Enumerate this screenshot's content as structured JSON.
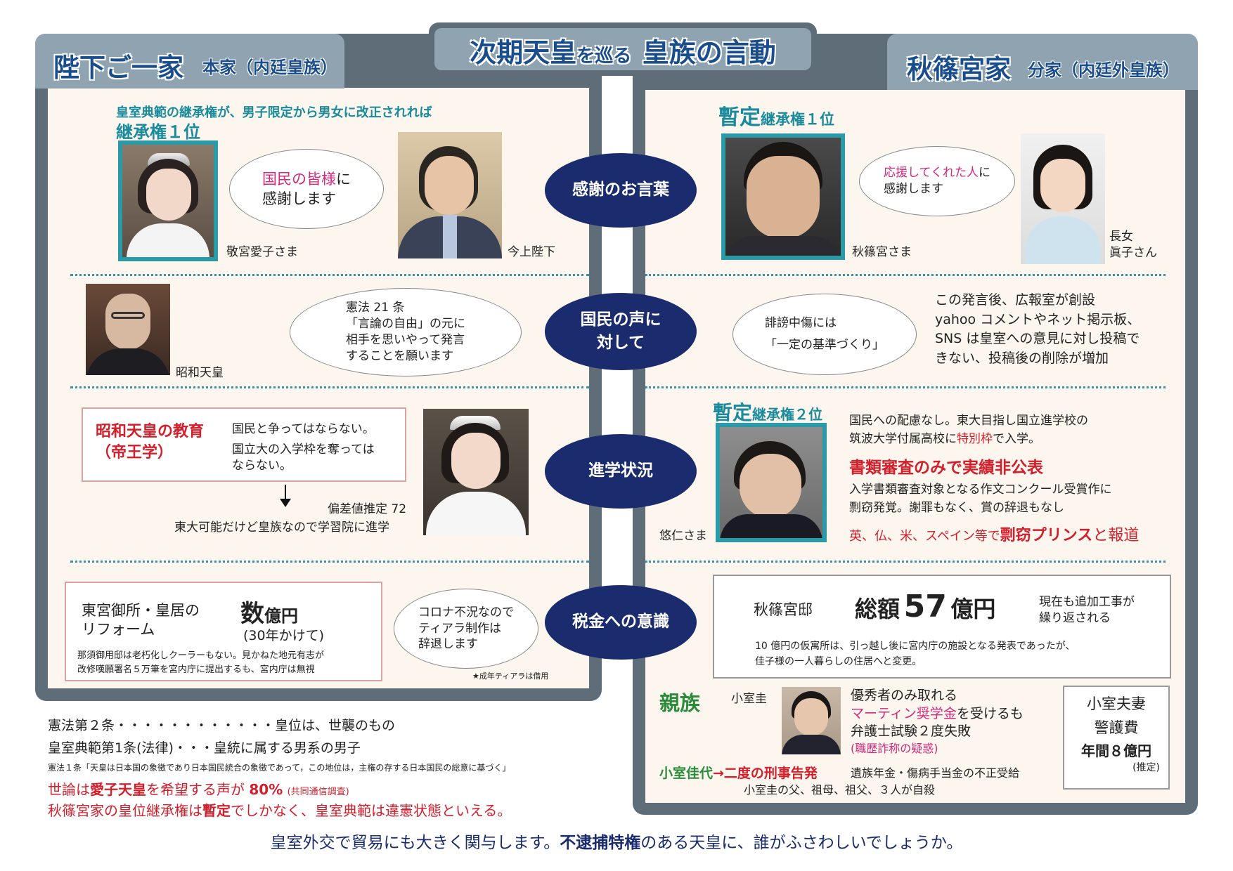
{
  "header": {
    "title_a": "次期天皇",
    "title_b": "を巡る",
    "title_c": "皇族の言動"
  },
  "left": {
    "title": "陛下ご一家",
    "subtitle": "本家（内廷皇族）",
    "succession_note_1": "皇室典範の継承権が、男子限定から男女に改正されれば",
    "succession_note_2": "継承権１位",
    "aiko_name": "敬宮愛子さま",
    "emperor_name": "今上陛下",
    "bubble_thanks_1": "国民の皆様",
    "bubble_thanks_2": "に",
    "bubble_thanks_3": "感謝します",
    "showa_name": "昭和天皇",
    "bubble_speech_1": "憲法 21 条",
    "bubble_speech_2": "「言論の自由」の元に",
    "bubble_speech_3": "相手を思いやって発言",
    "bubble_speech_4": "することを願います",
    "education_title_1": "昭和天皇の教育",
    "education_title_2": "（帝王学）",
    "education_text_1": "国民と争ってはならない。",
    "education_text_2": "国立大の入学枠を奪っては",
    "education_text_3": "ならない。",
    "deviation": "偏差値推定 72",
    "gakushuin": "東大可能だけど皇族なので学習院に進学",
    "reform_title_1": "東宮御所・皇居の",
    "reform_title_2": "リフォーム",
    "reform_amount_a": "数",
    "reform_amount_b": "億円",
    "reform_years": "(30年かけて)",
    "nasu_1": "那須御用邸は老朽化しクーラーもない。見かねた地元有志が",
    "nasu_2": "改修嘆願署名５万筆を宮内庁に提出するも、宮内庁は無視",
    "bubble_tiara_1": "コロナ不況なので",
    "bubble_tiara_2": "ティアラ制作は",
    "bubble_tiara_3": "辞退します",
    "tiara_note": "★成年ティアラは借用"
  },
  "center": {
    "oval_1": "感謝のお言葉",
    "oval_2a": "国民の声に",
    "oval_2b": "対して",
    "oval_3": "進学状況",
    "oval_4": "税金への意識"
  },
  "right": {
    "title": "秋篠宮家",
    "subtitle": "分家（内廷外皇族）",
    "prov1_a": "暫定",
    "prov1_b": "継承権１位",
    "akishino_name": "秋篠宮さま",
    "bubble_thanks_1": "応援してくれた人",
    "bubble_thanks_2": "に",
    "bubble_thanks_3": "感謝します",
    "mako_name_1": "長女",
    "mako_name_2": "眞子さん",
    "bubble_slander_1": "誹謗中傷には",
    "bubble_slander_2": "「一定の基準づくり」",
    "pr_1": "この発言後、広報室が創設",
    "pr_2": "yahoo コメントやネット掲示板、",
    "pr_3": "SNS は皇室への意見に対し投稿で",
    "pr_4": "きない、投稿後の削除が増加",
    "prov2_a": "暫定",
    "prov2_b": "継承権２位",
    "hisahito_name": "悠仁さま",
    "hisa_1": "国民への配慮なし。東大目指し国立進学校の",
    "hisa_2a": "筑波大学付属高校に",
    "hisa_2b": "特別枠",
    "hisa_2c": "で入学。",
    "hisa_head": "書類審査のみで実績非公表",
    "hisa_3": "入学書類審査対象となる作文コンクール受賞作に",
    "hisa_4": "剽窃発覚。謝罪もなく、賞の辞退もなし",
    "hisa_5a": "英、仏、米、スペイン等で",
    "hisa_5b": "剽窃プリンス",
    "hisa_5c": "と報道",
    "residence": "秋篠宮邸",
    "total_a": "総額",
    "total_b": "57",
    "total_c": "億円",
    "extra_1": "現在も追加工事が",
    "extra_2": "繰り返される",
    "temp_1": "10 億円の仮寓所は、引っ越し後に宮内庁の施設となる発表であったが、",
    "temp_2": "佳子様の一人暮らしの住居へと変更。",
    "relatives": "親族",
    "komuro_name": "小室圭",
    "komuro_1": "優秀者のみ取れる",
    "komuro_2a": "マーティン奨学金",
    "komuro_2b": "を受けるも",
    "komuro_3": "弁護士試験２度失敗",
    "komuro_4": "(職歴詐称の疑惑)",
    "kayo_a": "小室佳代",
    "kayo_b": "→二度の刑事告発",
    "kayo_c": "遺族年金・傷病手当金の不正受給",
    "kayo_d": "小室圭の父、祖母、祖父、３人が自殺",
    "guard_1": "小室夫妻",
    "guard_2": "警護費",
    "guard_3": "年間８億円",
    "guard_4": "(推定)"
  },
  "bottom": {
    "law_1": "憲法第２条・・・・・・・・・・・・皇位は、世襲のもの",
    "law_2": "皇室典範第1条(法律)・・・皇統に属する男系の男子",
    "law_3": "憲法１条「天皇は日本国の象徴であり日本国民統合の象徴であって，この地位は，主権の存する日本国民の総意に基づく」",
    "poll_a": "世論は",
    "poll_b": "愛子天皇",
    "poll_c": "を希望する声が",
    "poll_d": "80%",
    "poll_e": "(共同通信調査)",
    "concl_a": "秋篠宮家の皇位継承権は",
    "concl_b": "暫定",
    "concl_c": "でしかなく、皇室典範は違憲状態といえる。",
    "footer_a": "皇室外交で貿易にも大きく関与します。",
    "footer_b": "不逮捕特権",
    "footer_c": "のある天皇に、誰がふさわしいでしょうか。"
  }
}
